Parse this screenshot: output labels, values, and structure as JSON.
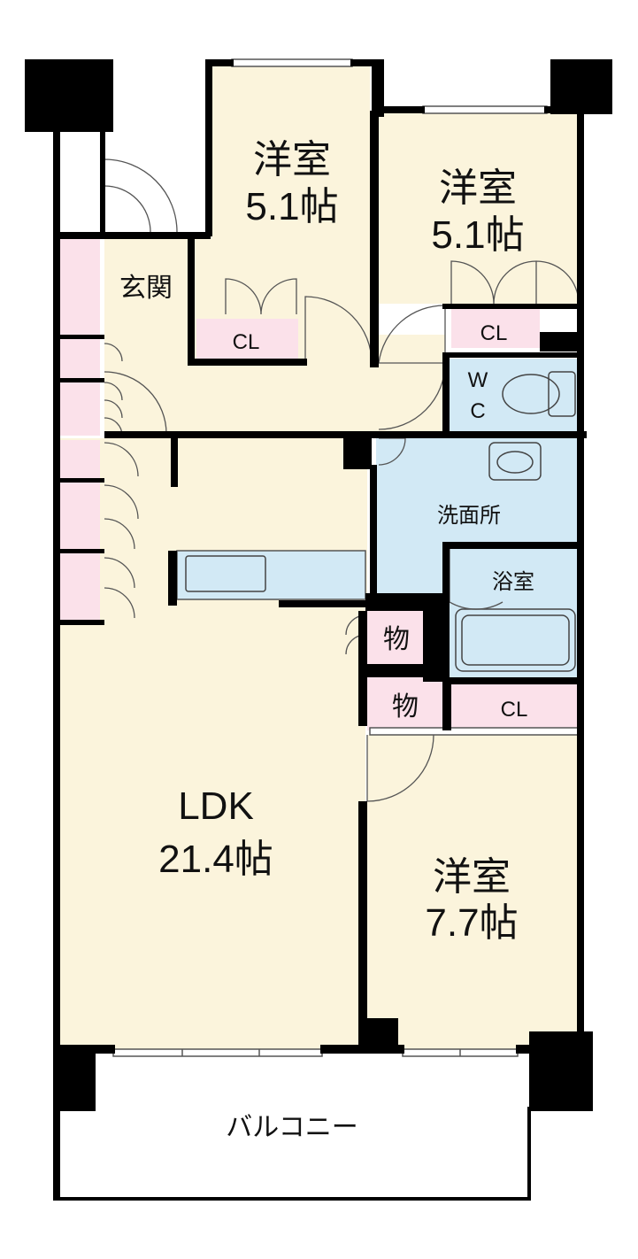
{
  "rooms": {
    "bedroom_nw": {
      "name": "洋室",
      "size": "5.1帖"
    },
    "bedroom_ne": {
      "name": "洋室",
      "size": "5.1帖"
    },
    "bedroom_s": {
      "name": "洋室",
      "size": "7.7帖"
    },
    "ldk": {
      "name": "LDK",
      "size": "21.4帖"
    },
    "entrance": {
      "name": "玄関"
    },
    "wc": {
      "line1": "W",
      "line2": "C"
    },
    "washroom": {
      "name": "洗面所"
    },
    "bathroom": {
      "name": "浴室"
    },
    "balcony": {
      "name": "バルコニー"
    }
  },
  "storage": {
    "closet_nw": "CL",
    "closet_ne": "CL",
    "closet_s": "CL",
    "storage_1": "物",
    "storage_2": "物"
  },
  "colors": {
    "wall": "#000000",
    "room_floor": "#fbf4dc",
    "wet_area": "#d2e9f5",
    "closet": "#fbe1ea",
    "balcony": "#ffffff",
    "door_line": "#555555"
  }
}
